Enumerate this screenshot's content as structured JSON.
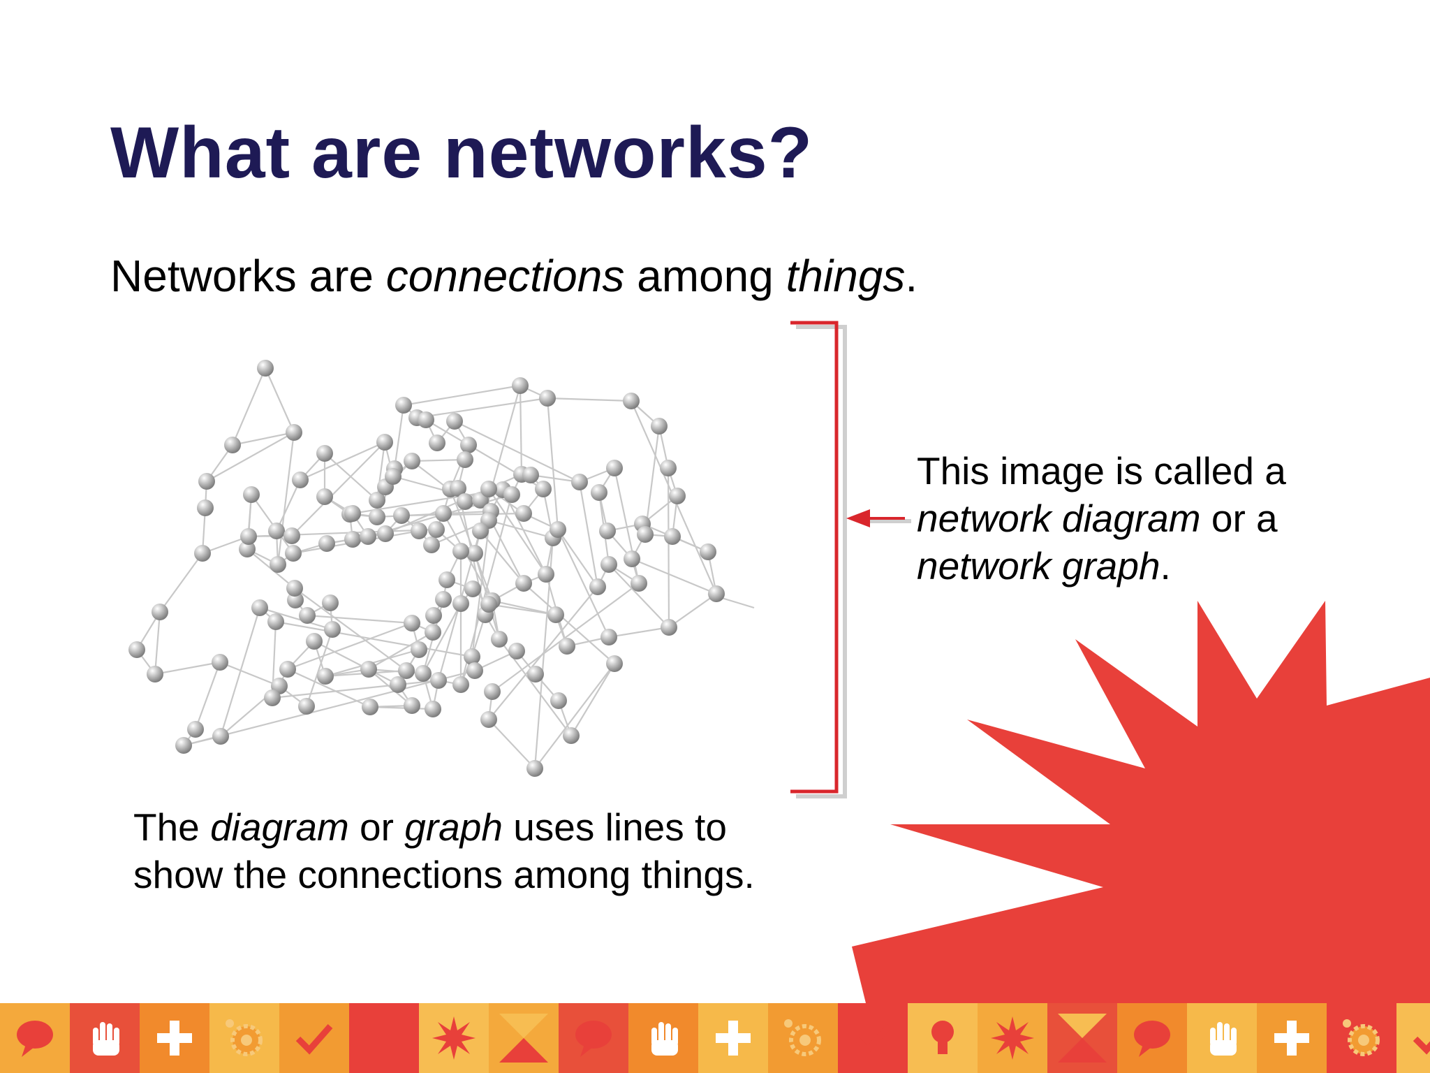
{
  "title": "What are networks?",
  "subtitle": {
    "t1": "Networks are ",
    "t2": "connections",
    "t3": " among ",
    "t4": "things",
    "t5": "."
  },
  "caption_right": {
    "l1": "This image is called a",
    "l2_em": "network diagram",
    "l2_rest": " or a",
    "l3_em": "network graph",
    "l3_rest": "."
  },
  "caption_bottom": {
    "t1": "The ",
    "t2": "diagram",
    "t3": " or ",
    "t4": "graph",
    "t5": " uses lines to",
    "l2": "show the connections among things."
  },
  "colors": {
    "title": "#1e1a55",
    "accent_red": "#e8403a",
    "bracket": "#d9262c",
    "node": "#a8a8a8",
    "edge": "#c8c8c8"
  },
  "footer_icons": [
    "speech-bubble-icon",
    "hand-icon",
    "plus-icon",
    "gear-icon",
    "checkmark-icon",
    "lightbulb-icon",
    "starburst-icon",
    "hourglass-icon",
    "speech-bubble-icon",
    "hand-icon",
    "plus-icon",
    "gear-icon",
    "checkmark-icon",
    "lightbulb-icon",
    "starburst-icon",
    "hourglass-icon",
    "speech-bubble-icon",
    "hand-icon",
    "plus-icon",
    "gear-icon",
    "checkmark-icon"
  ]
}
